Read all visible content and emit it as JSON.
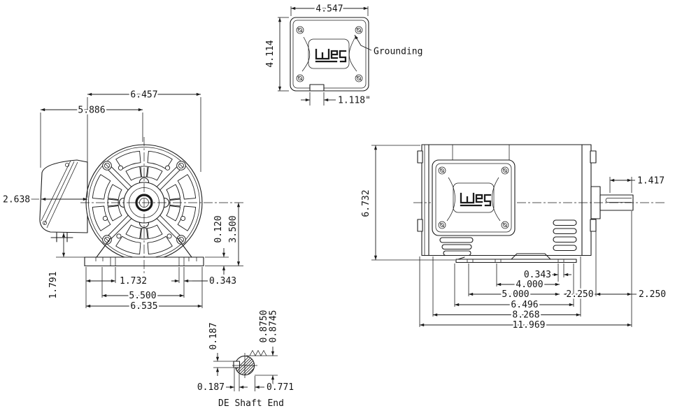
{
  "colors": {
    "background": "#ffffff",
    "line": "#1b1b1b"
  },
  "top_view": {
    "logo": "WEG",
    "grounding_label": "Grounding",
    "dim_width": "4.547",
    "dim_height": "4.114",
    "dim_conduit_spacing": "1.118\""
  },
  "front_view": {
    "dim_cover_diameter": "6.457",
    "dim_box_to_shaft_center": "5.886",
    "dim_box_depth": "2.638",
    "dim_foot_pad_thickness": "0.120",
    "dim_shaft_center_height": "3.500",
    "dim_box_bottom_to_base": "1.791",
    "dim_foot_hole_offset": "1.732",
    "dim_foot_hole_span": "5.500",
    "dim_base_width": "6.535",
    "dim_foot_slot_width": "0.343"
  },
  "side_view": {
    "logo": "WEG",
    "dim_overall_height": "6.732",
    "dim_shaft_extension": "1.417",
    "dim_foot_slot_width": "0.343",
    "dim_foot_holes_4": "4.000",
    "dim_foot_holes_5": "5.000",
    "dim_rear_foot_to_shoulder": "2.250",
    "dim_shoulder_to_shaft_end": "2.250",
    "dim_feet_length": "6.496",
    "dim_frame_length": "8.268",
    "dim_overall_length": "11.969"
  },
  "shaft_detail": {
    "label": "DE Shaft End",
    "dim_key_height": "0.187",
    "dim_shaft_dia_upper": "0.8750",
    "dim_shaft_dia_lower": "0.8745",
    "dim_key_width": "0.187",
    "dim_key_to_shaft_edge": "0.771"
  }
}
